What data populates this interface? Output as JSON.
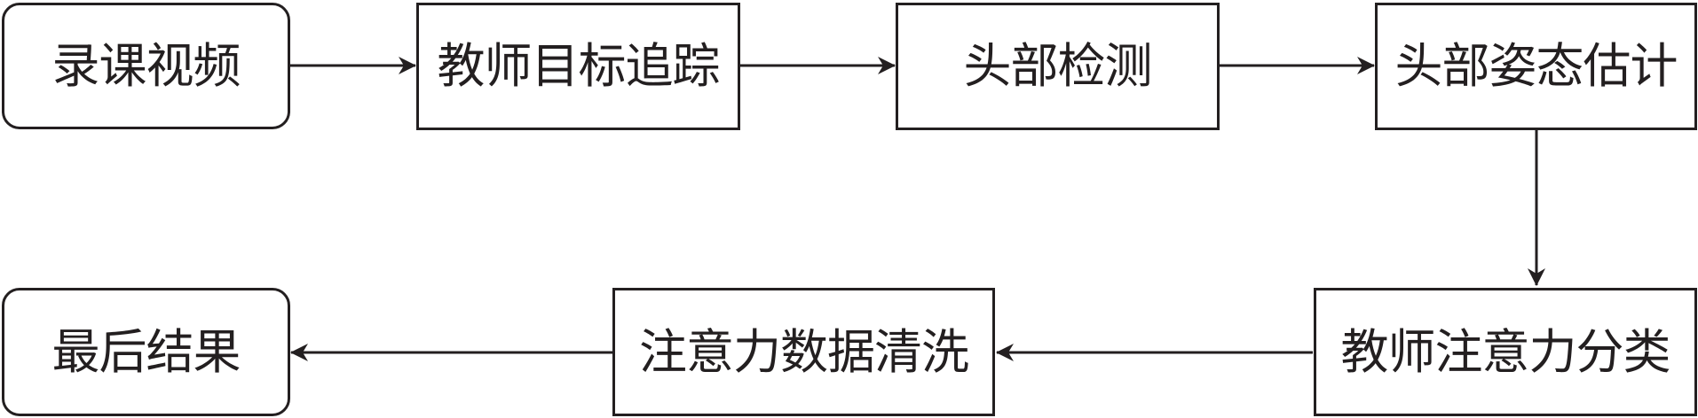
{
  "diagram": {
    "nodes": [
      {
        "id": "record-video",
        "label": "录课视频",
        "shape": "rounded"
      },
      {
        "id": "teacher-tracking",
        "label": "教师目标追踪",
        "shape": "rect"
      },
      {
        "id": "head-detection",
        "label": "头部检测",
        "shape": "rect"
      },
      {
        "id": "head-pose",
        "label": "头部姿态估计",
        "shape": "rect"
      },
      {
        "id": "attention-classify",
        "label": "教师注意力分类",
        "shape": "rect"
      },
      {
        "id": "data-cleaning",
        "label": "注意力数据清洗",
        "shape": "rect"
      },
      {
        "id": "final-result",
        "label": "最后结果",
        "shape": "rounded"
      }
    ],
    "edges": [
      {
        "from": "record-video",
        "to": "teacher-tracking"
      },
      {
        "from": "teacher-tracking",
        "to": "head-detection"
      },
      {
        "from": "head-detection",
        "to": "head-pose"
      },
      {
        "from": "head-pose",
        "to": "attention-classify"
      },
      {
        "from": "attention-classify",
        "to": "data-cleaning"
      },
      {
        "from": "data-cleaning",
        "to": "final-result"
      }
    ],
    "colors": {
      "stroke": "#231f20",
      "background": "#ffffff"
    }
  }
}
